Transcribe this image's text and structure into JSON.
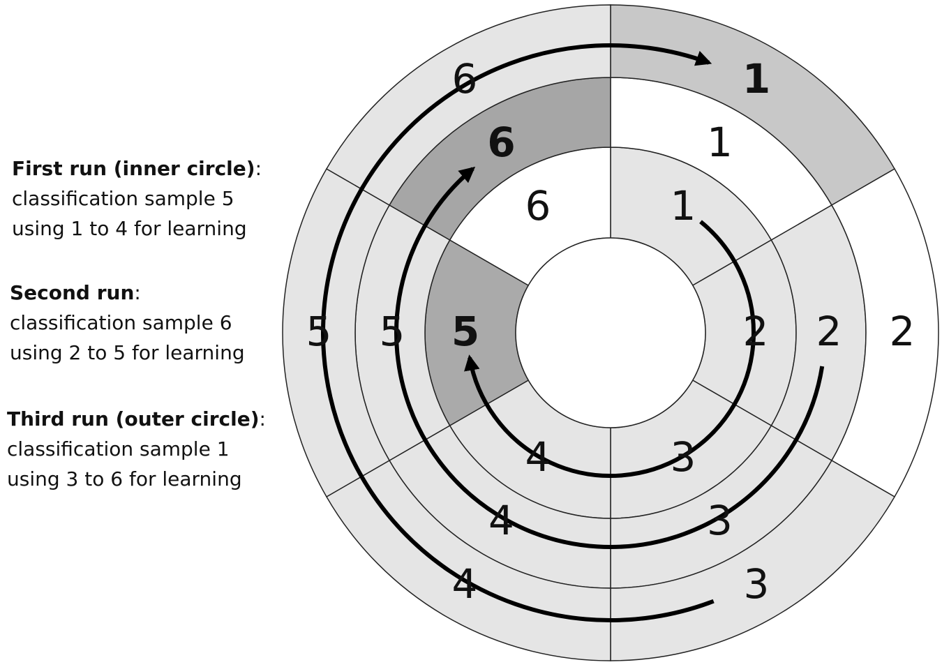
{
  "legend": {
    "runs": [
      {
        "title": "First run (inner circle)",
        "title_suffix": ":",
        "line1": "classification sample 5",
        "line2": "using 1 to 4 for learning"
      },
      {
        "title": "Second run",
        "title_suffix": ":",
        "line1": "classification sample 6",
        "line2": "using 2 to 5 for learning"
      },
      {
        "title": "Third run (outer circle)",
        "title_suffix": ":",
        "line1": "classification sample 1",
        "line2": "using 3 to 6 for learning"
      }
    ]
  },
  "wheel": {
    "colors": {
      "learning": "#e5e5e5",
      "unused": "#ffffff",
      "classified_inner": "#aaaaaa",
      "classified_middle": "#a6a6a6",
      "classified_outer": "#c8c8c8",
      "stroke": "#222222",
      "arrow": "#000000"
    },
    "rings": [
      {
        "name": "inner",
        "run": "First run (inner circle)",
        "classified_sample": "5",
        "sectors": [
          {
            "label": "1",
            "role": "learning",
            "bold": false
          },
          {
            "label": "2",
            "role": "learning",
            "bold": false
          },
          {
            "label": "3",
            "role": "learning",
            "bold": false
          },
          {
            "label": "4",
            "role": "learning",
            "bold": false
          },
          {
            "label": "5",
            "role": "classified",
            "bold": true
          },
          {
            "label": "6",
            "role": "unused",
            "bold": false
          }
        ]
      },
      {
        "name": "middle",
        "run": "Second run",
        "classified_sample": "6",
        "sectors": [
          {
            "label": "1",
            "role": "unused",
            "bold": false
          },
          {
            "label": "2",
            "role": "learning",
            "bold": false
          },
          {
            "label": "3",
            "role": "learning",
            "bold": false
          },
          {
            "label": "4",
            "role": "learning",
            "bold": false
          },
          {
            "label": "5",
            "role": "learning",
            "bold": false
          },
          {
            "label": "6",
            "role": "classified",
            "bold": true
          }
        ]
      },
      {
        "name": "outer",
        "run": "Third run (outer circle)",
        "classified_sample": "1",
        "sectors": [
          {
            "label": "1",
            "role": "classified",
            "bold": true
          },
          {
            "label": "2",
            "role": "unused",
            "bold": false
          },
          {
            "label": "3",
            "role": "learning",
            "bold": false
          },
          {
            "label": "4",
            "role": "learning",
            "bold": false
          },
          {
            "label": "5",
            "role": "learning",
            "bold": false
          },
          {
            "label": "6",
            "role": "learning",
            "bold": false
          }
        ]
      }
    ]
  }
}
